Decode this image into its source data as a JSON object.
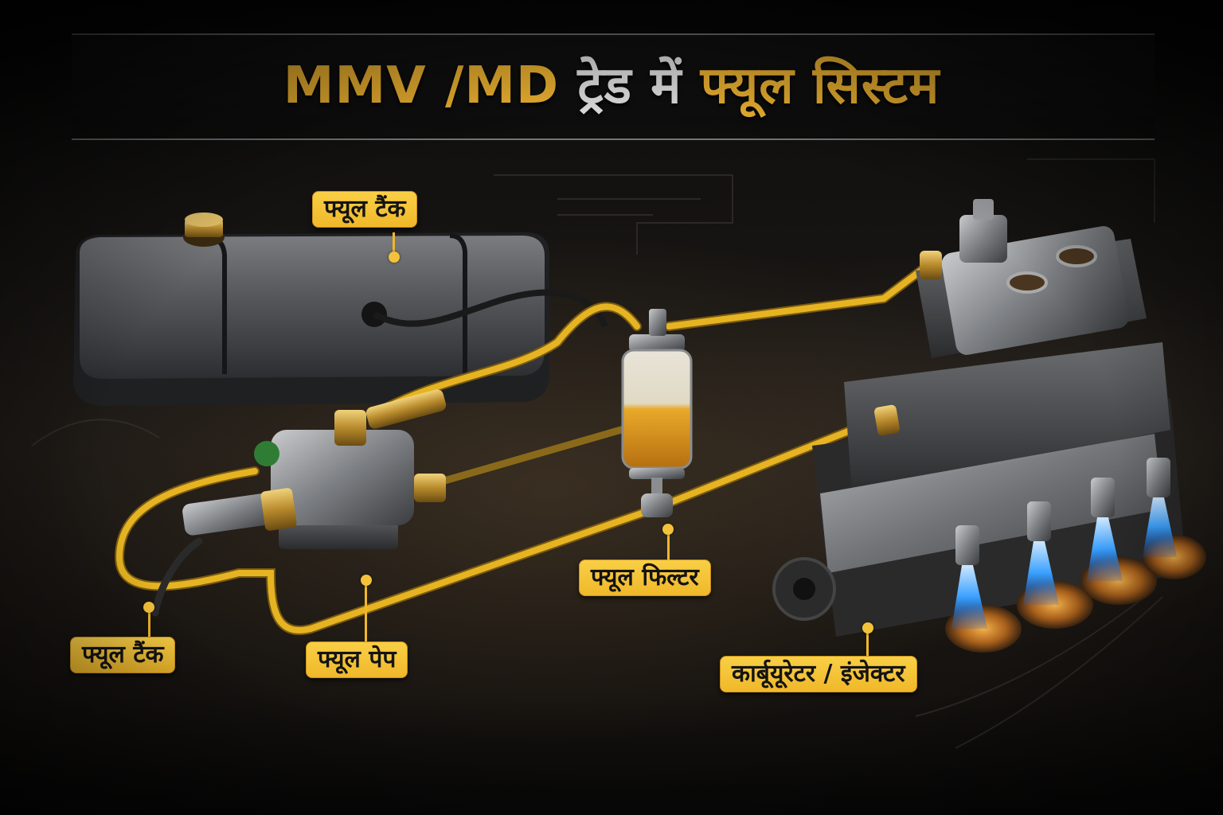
{
  "title": {
    "part1": "MMV /MD",
    "part2": "ट्रेड में",
    "part3": "फ्यूल सिस्टम"
  },
  "labels": {
    "fuel_tank_top": "फ्यूल टैंक",
    "fuel_tank_bottom": "फ्यूल टैंक",
    "fuel_pump": "फ्यूल पेप",
    "fuel_filter": "फ्यूल फिल्टर",
    "carburetor_injector": "कार्बूयूरेटर / इंजेक्टर"
  },
  "components": [
    "fuel-tank",
    "fuel-pump",
    "fuel-filter",
    "fuel-line",
    "carburetor",
    "injectors",
    "engine-block"
  ],
  "colors": {
    "accent_yellow": "#f4b731",
    "label_bg": "#f6c53a",
    "fuel_line": "#e6b422",
    "title_white": "#e8e8e8",
    "injector_spray": "#3aa0ff",
    "background": "#0b0a09"
  }
}
